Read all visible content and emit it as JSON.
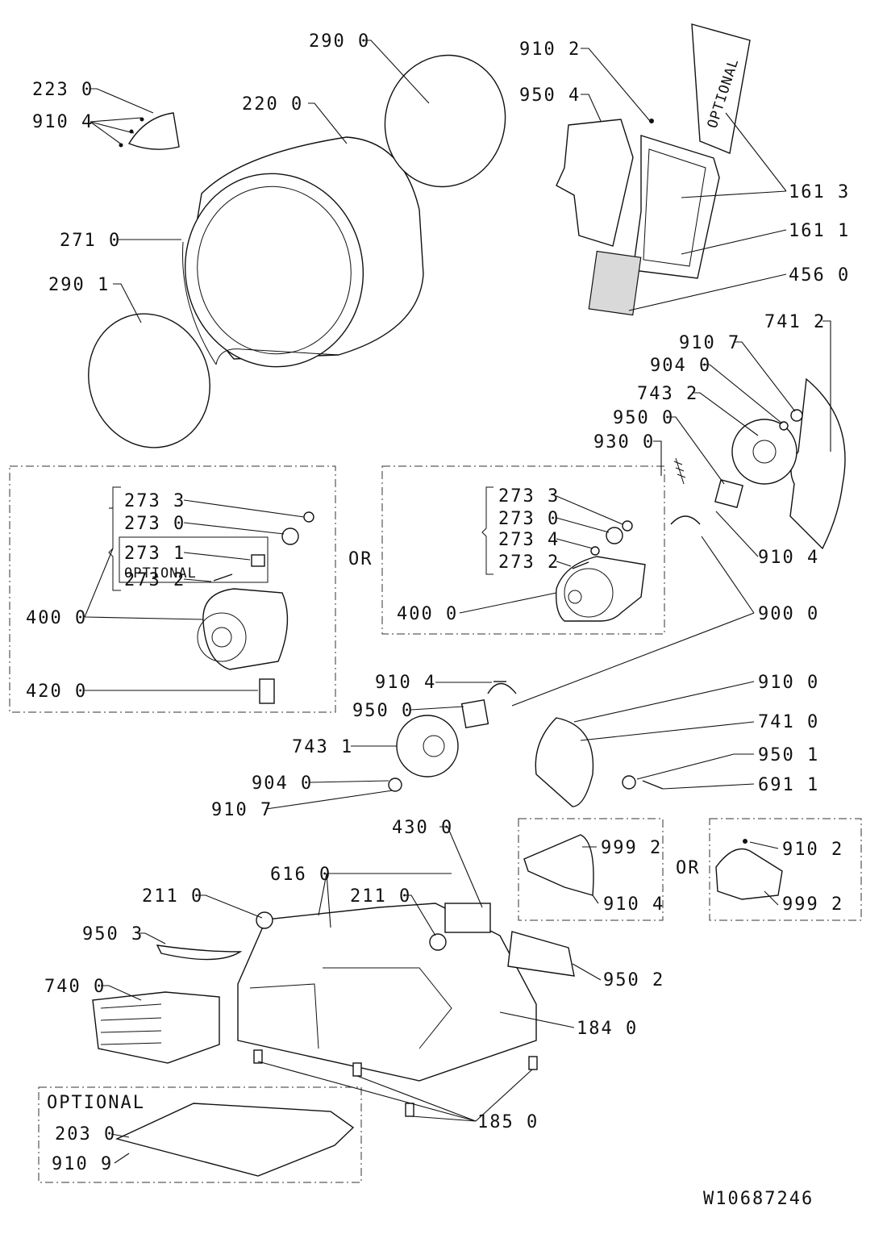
{
  "labels": {
    "l_290_0": "290 0",
    "l_223_0": "223 0",
    "l_910_4_a": "910 4",
    "l_220_0": "220 0",
    "l_271_0": "271 0",
    "l_290_1": "290 1",
    "l_910_2_a": "910 2",
    "l_950_4": "950 4",
    "l_optional_panel": "OPTIONAL",
    "l_161_3": "161 3",
    "l_161_1": "161 1",
    "l_456_0": "456 0",
    "l_741_2": "741 2",
    "l_910_7_a": "910 7",
    "l_904_0_a": "904 0",
    "l_743_2": "743 2",
    "l_950_0_a": "950 0",
    "l_930_0": "930 0",
    "l_273_3_a": "273 3",
    "l_273_0_a": "273 0",
    "l_273_1": "273 1",
    "l_optional_a": "OPTIONAL",
    "l_273_2_a": "273 2",
    "l_400_0_a": "400 0",
    "l_420_0": "420 0",
    "l_or_a": "OR",
    "l_273_3_b": "273 3",
    "l_273_0_b": "273 0",
    "l_273_4": "273 4",
    "l_273_2_b": "273 2",
    "l_400_0_b": "400 0",
    "l_910_4_b": "910 4",
    "l_900_0": "900 0",
    "l_910_4_c": "910 4",
    "l_910_0": "910 0",
    "l_950_0_b": "950 0",
    "l_741_0": "741 0",
    "l_743_1": "743 1",
    "l_950_1": "950 1",
    "l_904_0_b": "904 0",
    "l_691_1": "691 1",
    "l_910_7_b": "910 7",
    "l_430_0": "430 0",
    "l_999_2_a": "999 2",
    "l_910_4_d": "910 4",
    "l_or_b": "OR",
    "l_910_2_b": "910 2",
    "l_999_2_b": "999 2",
    "l_616_0": "616 0",
    "l_211_0_a": "211 0",
    "l_211_0_b": "211 0",
    "l_950_3": "950 3",
    "l_950_2": "950 2",
    "l_740_0": "740 0",
    "l_184_0": "184 0",
    "l_optional_b": "OPTIONAL",
    "l_203_0": "203 0",
    "l_910_9": "910 9",
    "l_185_0": "185 0",
    "l_doc_number": "W10687246"
  }
}
